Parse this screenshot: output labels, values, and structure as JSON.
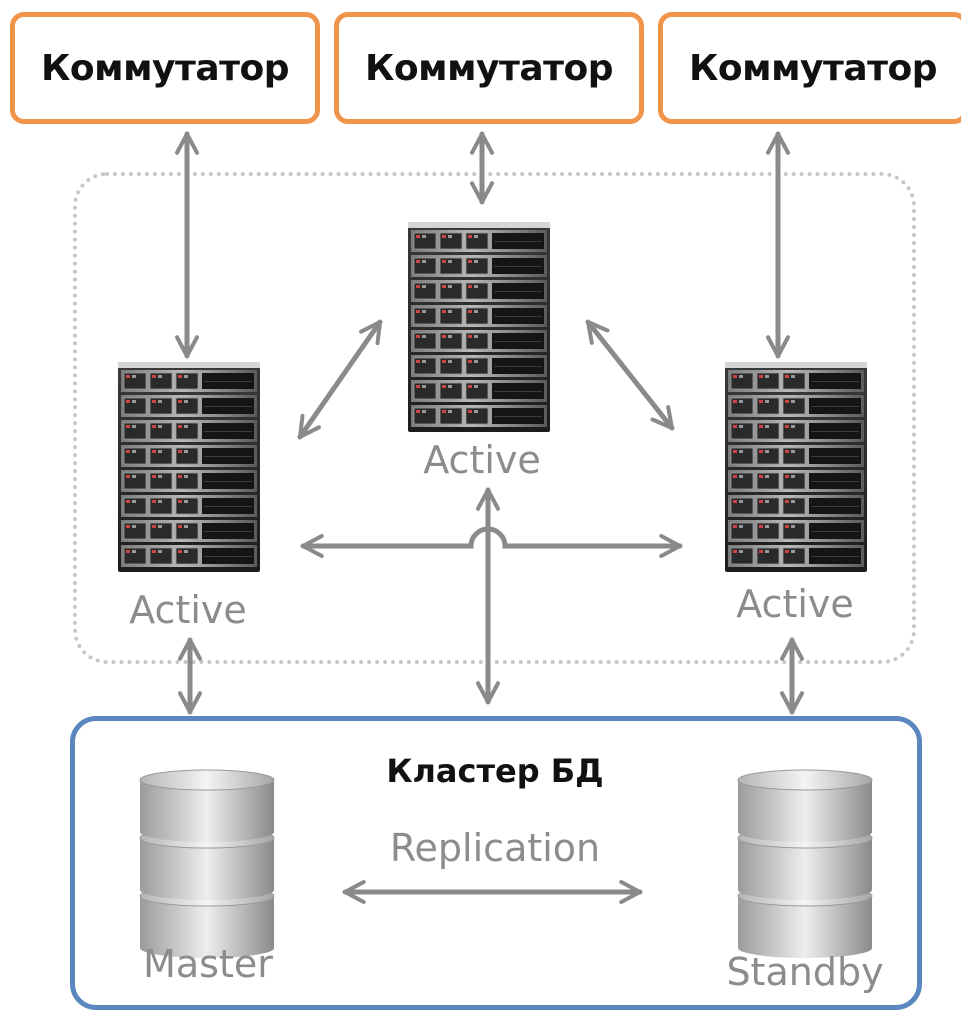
{
  "switches": [
    {
      "label": "Коммутатор"
    },
    {
      "label": "Коммутатор"
    },
    {
      "label": "Коммутатор"
    }
  ],
  "servers": [
    {
      "status": "Active"
    },
    {
      "status": "Active"
    },
    {
      "status": "Active"
    }
  ],
  "db_cluster": {
    "title": "Кластер БД",
    "master_label": "Master",
    "standby_label": "Standby",
    "replication_label": "Replication"
  },
  "colors": {
    "switch_border": "#f0944a",
    "db_cluster_border": "#5a87bd",
    "arrow": "#8a8a8a",
    "label_text": "#8c8c8c",
    "frame_dots": "#c6c6c6"
  },
  "icons": {
    "server": "server-rack-icon",
    "database": "database-cylinder-icon"
  }
}
